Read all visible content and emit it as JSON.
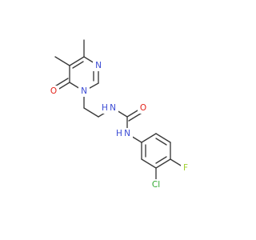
{
  "colors": {
    "bond": "#3a3a3a",
    "nitrogen": "#3b4bd4",
    "oxygen": "#e3231b",
    "chlorine": "#2fa82f",
    "fluorine": "#9fcf2f",
    "background": "#ffffff"
  },
  "atoms": {
    "pyrimidinone_o": "O",
    "pyrimidinone_n3": "N",
    "pyrimidinone_n1": "N",
    "urea_nh_1": "N",
    "urea_nh_1_h": "H",
    "urea_o": "O",
    "urea_nh_2": "N",
    "urea_nh_2_h": "H",
    "chlorine": "Cl",
    "fluorine": "F"
  }
}
